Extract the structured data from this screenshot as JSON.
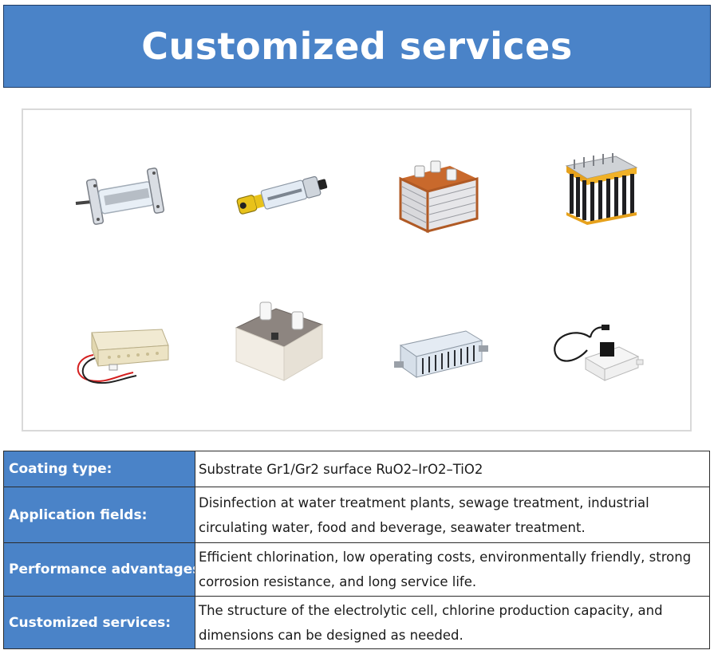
{
  "banner": {
    "title": "Customized services"
  },
  "gallery": {
    "products": [
      {
        "icon": "transparent-tubular-cell-icon"
      },
      {
        "icon": "yellow-tubular-cell-icon"
      },
      {
        "icon": "copper-plate-stack-cell-icon"
      },
      {
        "icon": "finned-electrode-module-icon"
      },
      {
        "icon": "wired-plate-cell-icon"
      },
      {
        "icon": "white-block-cell-icon"
      },
      {
        "icon": "transparent-plate-stack-cell-icon"
      },
      {
        "icon": "compact-cell-with-cable-icon"
      }
    ]
  },
  "specs": {
    "rows": [
      {
        "label": "Coating type:",
        "value": "Substrate Gr1/Gr2 surface RuO2–IrO2–TiO2"
      },
      {
        "label": "Application fields:",
        "value": "Disinfection at water treatment plants, sewage treatment, industrial circulating water, food and beverage, seawater treatment."
      },
      {
        "label": "Performance advantages",
        "value": "Efficient chlorination, low operating costs, environmentally friendly, strong corrosion resistance, and long service life."
      },
      {
        "label": "Customized services:",
        "value": "The structure of the electrolytic cell, chlorine production capacity, and dimensions can be designed as needed."
      }
    ]
  },
  "colors": {
    "accent": "#4a83c8",
    "border": "#2c2c2c"
  }
}
